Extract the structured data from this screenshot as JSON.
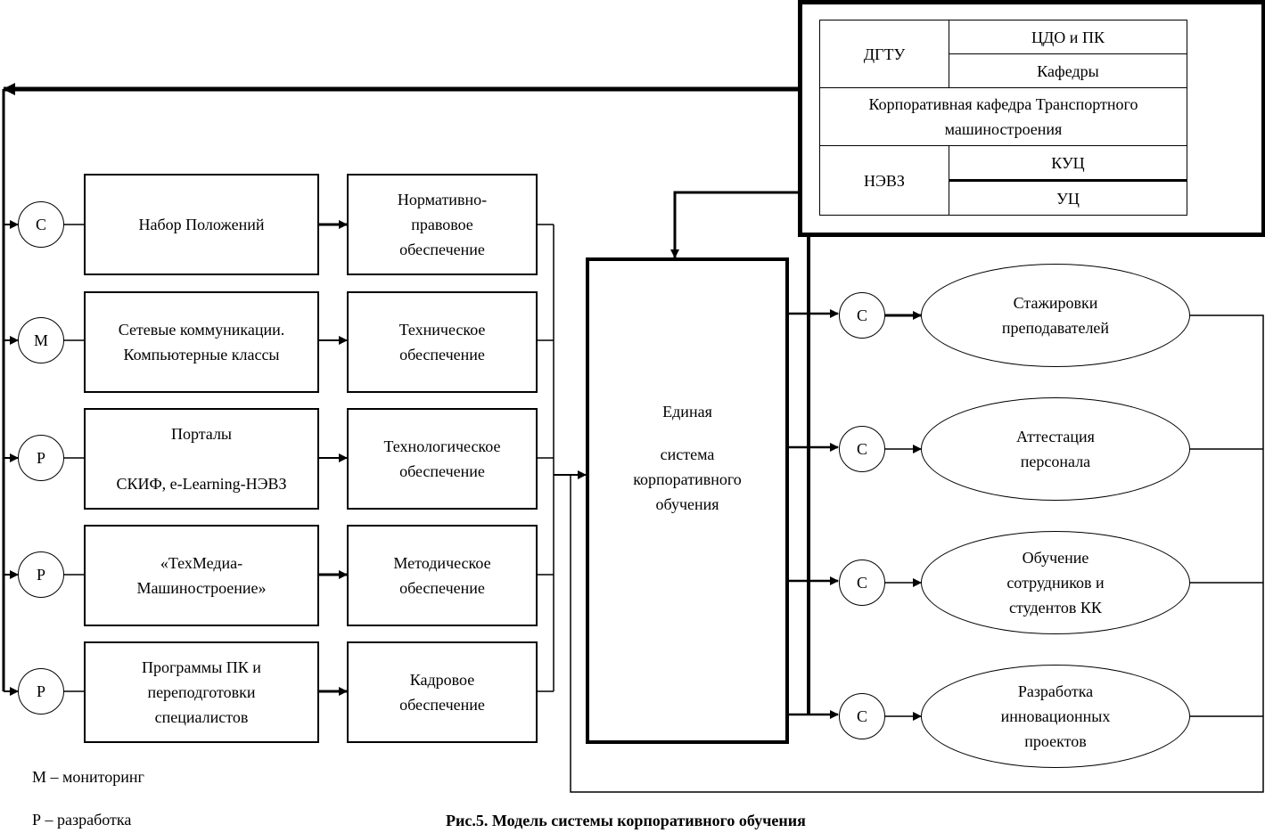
{
  "figure": {
    "caption": "Рис.5. Модель системы корпоративного обучения"
  },
  "organizations": {
    "dgtu": {
      "label": "ДГТУ",
      "units": [
        "ЦДО и ПК",
        "Кафедры"
      ]
    },
    "corporate_department": "Корпоративная кафедра Транспортного машиностроения",
    "nevz": {
      "label": "НЭВЗ",
      "units": [
        "КУЦ",
        "УЦ"
      ]
    }
  },
  "inputs": [
    {
      "marker": "С",
      "source": "Набор Положений",
      "support": "Нормативно-\nправовое\nобеспечение"
    },
    {
      "marker": "М",
      "source": "Сетевые коммуникации.\nКомпьютерные классы",
      "support": "Техническое\nобеспечение"
    },
    {
      "marker": "Р",
      "source": "Порталы\n\nСКИФ, e-Learning-НЭВЗ",
      "support": "Технологическое\nобеспечение"
    },
    {
      "marker": "Р",
      "source": "«ТехМедиа-\nМашиностроение»",
      "support": "Методическое\nобеспечение"
    },
    {
      "marker": "Р",
      "source": "Программы ПК и\nпереподготовки\nспециалистов",
      "support": "Кадровое\nобеспечение"
    }
  ],
  "central_system": {
    "line1": "Единая",
    "line2": "система\nкорпоративного\nобучения"
  },
  "outputs": [
    {
      "marker": "С",
      "label": "Стажировки\nпреподавателей"
    },
    {
      "marker": "С",
      "label": "Аттестация\nперсонала"
    },
    {
      "marker": "С",
      "label": "Обучение\nсотрудников и\nстудентов КК"
    },
    {
      "marker": "С",
      "label": "Разработка\nинновационных\nпроектов"
    }
  ],
  "legend": [
    "М – мониторинг",
    "Р – разработка"
  ]
}
